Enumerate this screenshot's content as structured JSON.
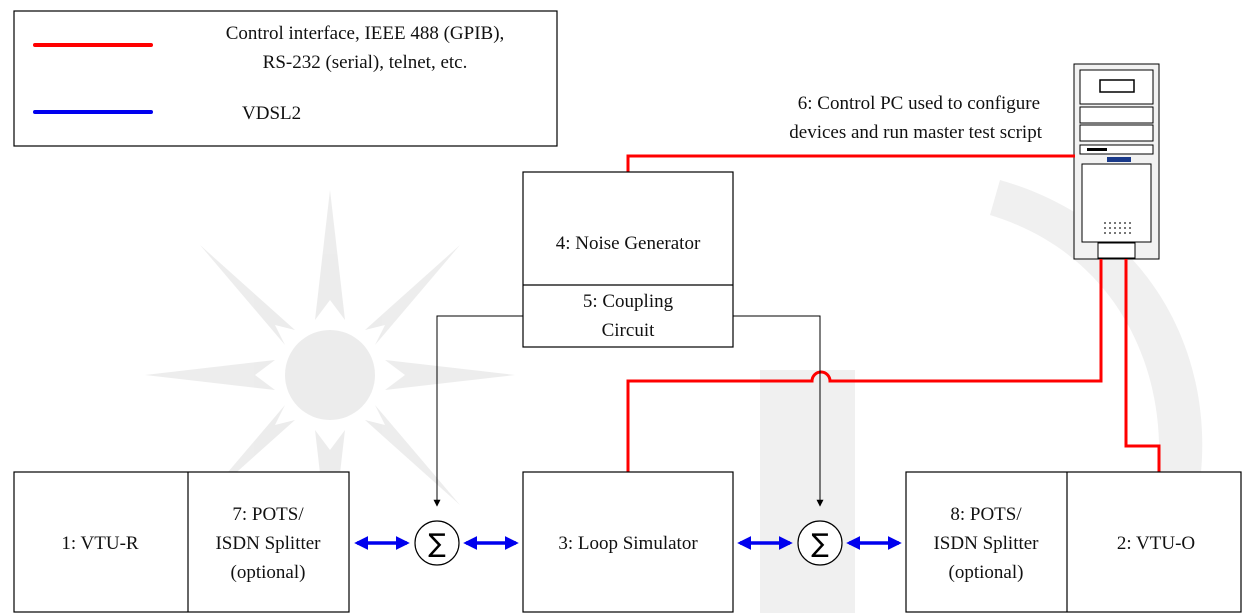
{
  "legend": {
    "control_line_1": "Control interface, IEEE 488 (GPIB),",
    "control_line_2": "RS-232 (serial), telnet, etc.",
    "vdsl_label": "VDSL2",
    "colors": {
      "control": "#ff0000",
      "vdsl": "#0000ee"
    }
  },
  "pc": {
    "caption_line_1": "6: Control PC used to configure",
    "caption_line_2": "devices and run master test script"
  },
  "blocks": {
    "noise_generator": "4: Noise Generator",
    "coupling_line_1": "5: Coupling",
    "coupling_line_2": "Circuit",
    "vtu_r": "1: VTU-R",
    "splitter7_line_1": "7: POTS/",
    "splitter7_line_2": "ISDN Splitter",
    "splitter7_line_3": "(optional)",
    "loop_simulator": "3: Loop Simulator",
    "splitter8_line_1": "8: POTS/",
    "splitter8_line_2": "ISDN Splitter",
    "splitter8_line_3": "(optional)",
    "vtu_o": "2: VTU-O"
  },
  "summer_symbol": "∑"
}
